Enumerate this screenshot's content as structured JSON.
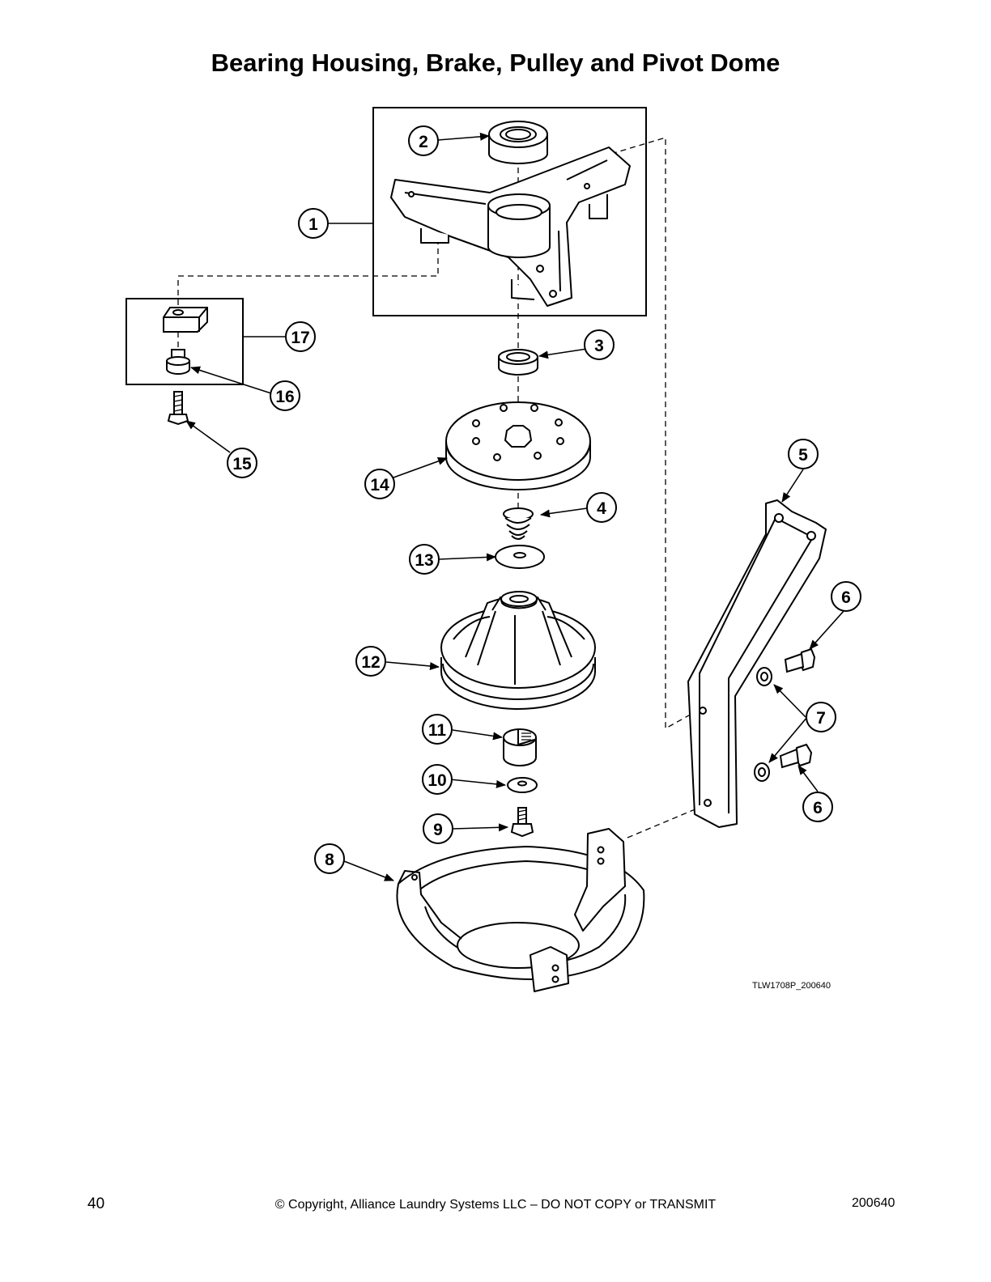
{
  "title": "Bearing Housing, Brake, Pulley and Pivot Dome",
  "diagram_ref": "TLW1708P_200640",
  "callouts": [
    "1",
    "2",
    "3",
    "4",
    "5",
    "6",
    "6",
    "7",
    "8",
    "9",
    "10",
    "11",
    "12",
    "13",
    "14",
    "15",
    "16",
    "17"
  ],
  "footer": {
    "page_number": "40",
    "copyright": "© Copyright, Alliance Laundry Systems LLC – DO NOT COPY or TRANSMIT",
    "doc_number": "200640"
  }
}
